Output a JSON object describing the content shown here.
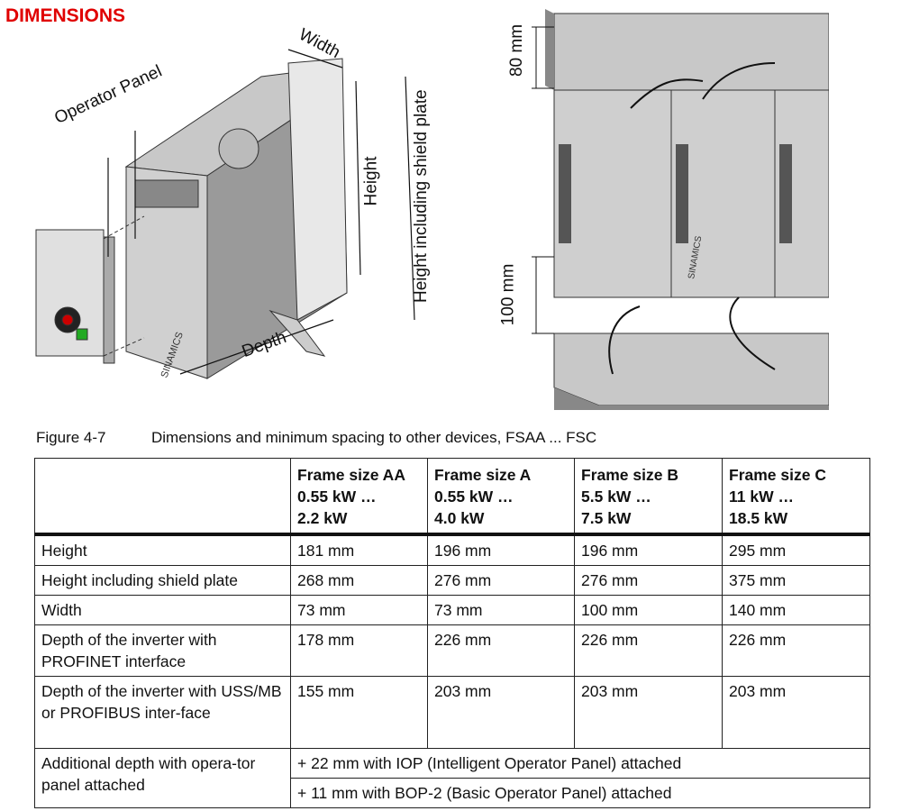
{
  "title": "DIMENSIONS",
  "figure": {
    "left_labels": {
      "width": "Width",
      "operator_panel": "Operator Panel",
      "height": "Height",
      "height_shield": "Height including shield plate",
      "depth": "Depth",
      "brand": "SINAMICS"
    },
    "right_labels": {
      "top_spacing": "80 mm",
      "bottom_spacing": "100 mm",
      "brand": "SINAMICS"
    },
    "caption_number": "Figure 4-7",
    "caption_text": "Dimensions and minimum spacing to other devices, FSAA ... FSC"
  },
  "table": {
    "headers": [
      {
        "l1": "",
        "l2": "",
        "l3": ""
      },
      {
        "l1": "Frame size AA",
        "l2": "0.55 kW …",
        "l3": "2.2 kW"
      },
      {
        "l1": "Frame size A",
        "l2": "0.55 kW …",
        "l3": "4.0 kW"
      },
      {
        "l1": "Frame size B",
        "l2": "5.5 kW …",
        "l3": "7.5 kW"
      },
      {
        "l1": "Frame size C",
        "l2": "11 kW …",
        "l3": "18.5 kW"
      }
    ],
    "rows": [
      [
        "Height",
        "181 mm",
        "196 mm",
        "196 mm",
        "295 mm"
      ],
      [
        "Height including shield plate",
        "268 mm",
        "276 mm",
        "276 mm",
        "375 mm"
      ],
      [
        "Width",
        "73 mm",
        "73 mm",
        "100 mm",
        "140 mm"
      ],
      [
        "Depth of the inverter with PROFINET interface",
        "178 mm",
        "226 mm",
        "226 mm",
        "226 mm"
      ],
      [
        "Depth of the inverter with USS/MB or PROFIBUS inter-face",
        "155 mm",
        "203 mm",
        "203 mm",
        "203 mm"
      ]
    ],
    "additional": {
      "label": "Additional depth with opera-tor panel attached",
      "iop": "+ 22 mm with IOP (Intelligent Operator Panel) attached",
      "bop": "+ 11 mm with BOP-2 (Basic Operator Panel) attached"
    }
  }
}
